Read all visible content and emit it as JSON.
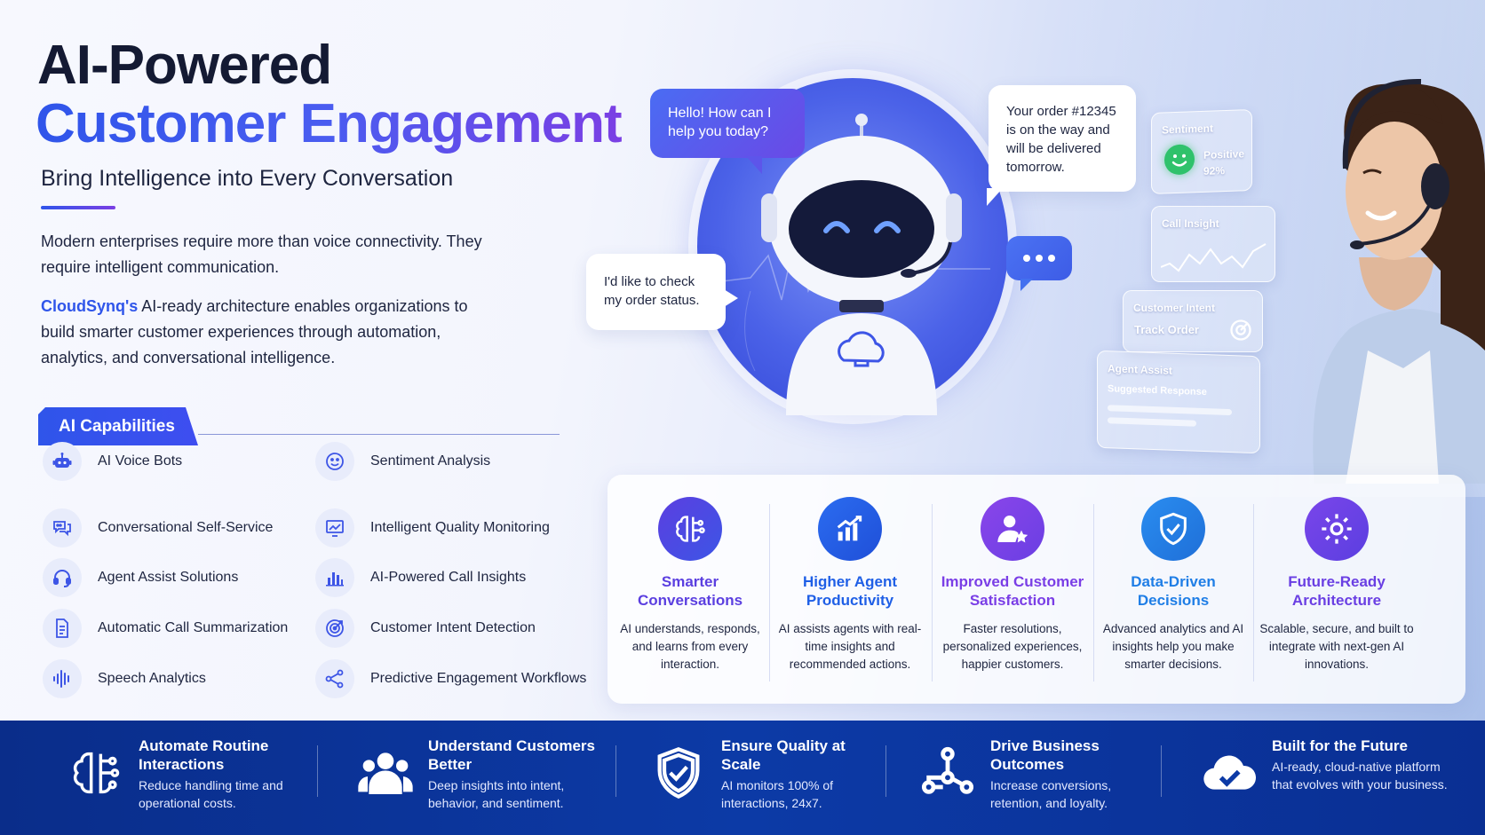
{
  "header": {
    "title_line1": "AI-Powered",
    "title_line2": "Customer Engagement",
    "subtitle": "Bring Intelligence into Every Conversation"
  },
  "intro": {
    "paragraph1": "Modern enterprises require more than voice connectivity. They require intelligent communication.",
    "brand": "CloudSynq's",
    "paragraph2_rest": " AI-ready architecture enables organizations to build smarter customer experiences through automation, analytics, and conversational intelligence."
  },
  "capabilities": {
    "heading": "AI Capabilities",
    "items": [
      {
        "label": "AI Voice Bots",
        "icon": "robot-icon"
      },
      {
        "label": "Conversational Self-Service",
        "icon": "chat-icon"
      },
      {
        "label": "Agent Assist Solutions",
        "icon": "headset-icon"
      },
      {
        "label": "Automatic Call Summarization",
        "icon": "document-icon"
      },
      {
        "label": "Speech Analytics",
        "icon": "waveform-icon"
      },
      {
        "label": "Sentiment Analysis",
        "icon": "smiley-icon"
      },
      {
        "label": "Intelligent Quality Monitoring",
        "icon": "monitor-chart-icon"
      },
      {
        "label": "AI-Powered Call Insights",
        "icon": "bar-chart-icon"
      },
      {
        "label": "Customer Intent Detection",
        "icon": "target-icon"
      },
      {
        "label": "Predictive Engagement Workflows",
        "icon": "workflow-icon"
      }
    ]
  },
  "chat": {
    "bot_greeting": "Hello! How can I help you today?",
    "customer_message": "I'd like to check my order status.",
    "bot_reply": "Your order #12345 is on the way and will be delivered tomorrow."
  },
  "panels": {
    "sentiment_title": "Sentiment",
    "sentiment_value": "Positive",
    "sentiment_percent": "92%",
    "call_insight_title": "Call Insight",
    "intent_title": "Customer Intent",
    "intent_value": "Track Order",
    "agent_assist_title": "Agent Assist",
    "agent_assist_sub": "Suggested Response"
  },
  "benefits": [
    {
      "title": "Smarter Conversations",
      "desc": "AI understands, responds, and learns from every interaction.",
      "color": "#5b3fe0",
      "icon": "brain-icon"
    },
    {
      "title": "Higher Agent Productivity",
      "desc": "AI assists agents with real-time insights and recommended actions.",
      "color": "#1f5fe6",
      "icon": "growth-chart-icon"
    },
    {
      "title": "Improved Customer Satisfaction",
      "desc": "Faster resolutions, personalized experiences, happier customers.",
      "color": "#7a3ee6",
      "icon": "user-star-icon"
    },
    {
      "title": "Data-Driven Decisions",
      "desc": "Advanced analytics and AI insights help you make smarter decisions.",
      "color": "#1f7ee6",
      "icon": "shield-check-icon"
    },
    {
      "title": "Future-Ready Architecture",
      "desc": "Scalable, secure, and built to integrate with next-gen AI innovations.",
      "color": "#6a3fe3",
      "icon": "gear-icon"
    }
  ],
  "bottom": [
    {
      "title": "Automate Routine Interactions",
      "desc": "Reduce handling time and operational costs.",
      "icon": "brain-circuit-icon"
    },
    {
      "title": "Understand Customers Better",
      "desc": "Deep insights into intent, behavior, and sentiment.",
      "icon": "people-icon"
    },
    {
      "title": "Ensure Quality at Scale",
      "desc": "AI monitors 100% of interactions, 24x7.",
      "icon": "shield-check-icon"
    },
    {
      "title": "Drive Business Outcomes",
      "desc": "Increase conversions, retention, and loyalty.",
      "icon": "network-icon"
    },
    {
      "title": "Built for the Future",
      "desc": "AI-ready, cloud-native platform that evolves with your business.",
      "icon": "cloud-check-icon"
    }
  ],
  "colors": {
    "primary_blue": "#2f55ea",
    "accent_purple": "#7b3fe4",
    "bottom_bar": "#0c3aa6"
  }
}
